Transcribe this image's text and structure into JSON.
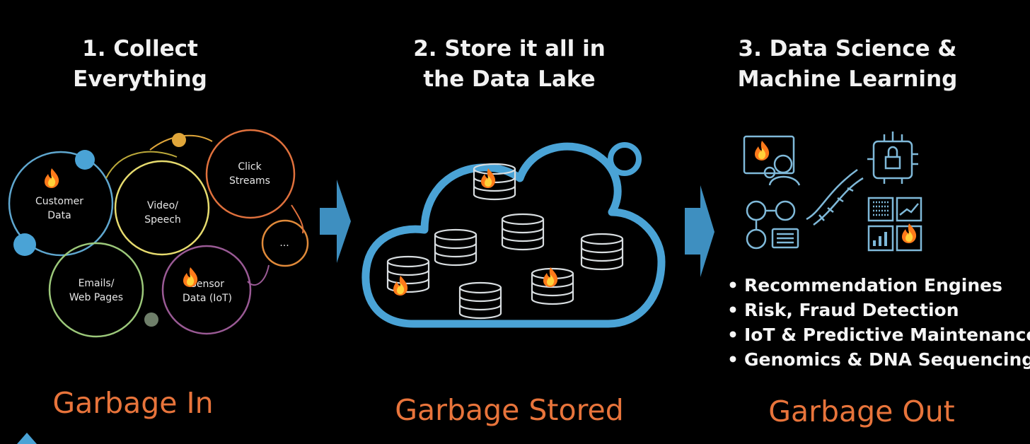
{
  "step1": {
    "title_line1": "1. Collect",
    "title_line2": "Everything",
    "outcome": "Garbage In"
  },
  "step2": {
    "title_line1": "2. Store it all in",
    "title_line2": "the Data Lake",
    "outcome": "Garbage Stored"
  },
  "step3": {
    "title_line1": "3. Data Science &",
    "title_line2": "Machine Learning",
    "outcome": "Garbage Out"
  },
  "sources": {
    "customer_l1": "Customer",
    "customer_l2": "Data",
    "video_l1": "Video/",
    "video_l2": "Speech",
    "click_l1": "Click",
    "click_l2": "Streams",
    "more": "...",
    "emails_l1": "Emails/",
    "emails_l2": "Web Pages",
    "sensor_l1": "Sensor",
    "sensor_l2": "Data (IoT)"
  },
  "use_cases": [
    "Recommendation Engines",
    "Risk, Fraud Detection",
    "IoT & Predictive Maintenance",
    "Genomics & DNA Sequencing"
  ],
  "colors": {
    "background": "#000000",
    "garbage_text": "#e8743b",
    "arrow": "#3e8fc0",
    "cloud": "#4aa3d6",
    "icon_line": "#7fb9d9",
    "fire": "#ff7a1a"
  }
}
